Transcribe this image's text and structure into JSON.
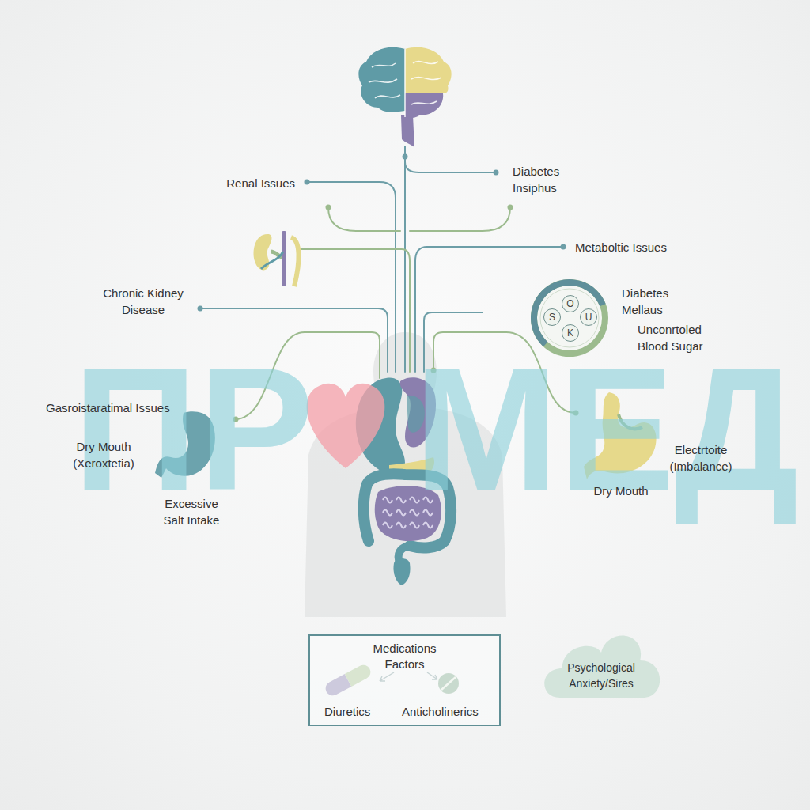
{
  "diagram": {
    "nodes": [
      {
        "text": [
          "S",
          "O",
          "U",
          "K"
        ]
      },
      {
        "text": [
          "Medications Factors",
          "Diuretics",
          "Anticholinerics"
        ]
      },
      {
        "text": [
          "Psychological Anxiety/Sires"
        ]
      }
    ],
    "labels": [
      "Renal Issues",
      "Diabetes Insiphus",
      "Metaboltic Issues",
      "Chronic Kidney Disease",
      "Diabetes Mellaus",
      "Unconrtoled Blood Sugar",
      "Gasroistaratimal Issues",
      "Dry Mouth (Xeroxtetia)",
      "Excessive Salt Intake",
      "Electrtoite (Imbalance)",
      "Dry Mouth",
      "ПР",
      "МЕД"
    ]
  }
}
